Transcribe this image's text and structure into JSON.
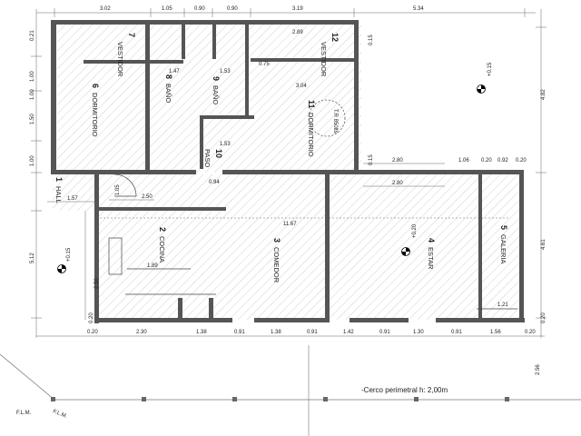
{
  "top_dims": [
    "3.02",
    "1.05",
    "0.90",
    "0.90",
    "3.19",
    "5.34"
  ],
  "bottom_dims": [
    "0.20",
    "2.30",
    "1.38",
    "0.91",
    "1.38",
    "0.91",
    "1.42",
    "0.91",
    "1.30",
    "0.91",
    "1.56",
    "0.20"
  ],
  "left_dims": [
    "0.21",
    "1.00",
    "1.00",
    "1.50",
    "1.00",
    "1.57",
    "1.05",
    "5.12",
    "0.20"
  ],
  "right_dims": [
    "0.15",
    "4.82",
    "0.15",
    "4.61",
    "0.20"
  ],
  "inner_dims": [
    "2.89",
    "0.75",
    "1.47",
    "1.53",
    "1.53",
    "3.04",
    "2.80",
    "2.80",
    "1.06",
    "0.20",
    "0.92",
    "0.20",
    "2.50",
    "11.67",
    "0.94",
    "1.89",
    "2.50",
    "1.21"
  ],
  "level_marks": [
    "+0.15",
    "+0.15",
    "+0.20"
  ],
  "rooms": [
    {
      "num": "1",
      "name": "HALL"
    },
    {
      "num": "2",
      "name": "COCINA"
    },
    {
      "num": "3",
      "name": "COMEDOR"
    },
    {
      "num": "4",
      "name": "ESTAR"
    },
    {
      "num": "5",
      "name": "GALERIA"
    },
    {
      "num": "6",
      "name": "DORMITORIO"
    },
    {
      "num": "7",
      "name": "VESTIDOR"
    },
    {
      "num": "8",
      "name": "BAÑO"
    },
    {
      "num": "9",
      "name": "BAÑO"
    },
    {
      "num": "10",
      "name": "PASO"
    },
    {
      "num": "11",
      "name": "DORMITORIO"
    },
    {
      "num": "12",
      "name": "VESTIDOR"
    }
  ],
  "tr_label": "T.R 850lts",
  "fence_note": "-Cerco perimetral h: 2,00m",
  "flm_labels": [
    "F.L.M.",
    "F.L.M."
  ],
  "setback_dim": "2.56"
}
